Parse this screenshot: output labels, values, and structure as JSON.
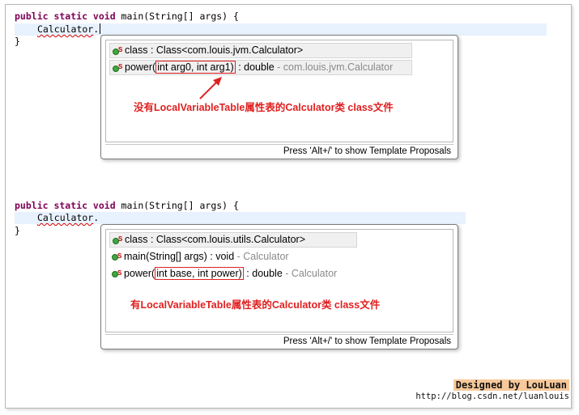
{
  "section1": {
    "code_line1_kw": "public static void",
    "code_line1_rest": " main(String[] args) {",
    "code_line2": "Calculator",
    "code_line2_dot": ".",
    "code_line3": "}",
    "popup": {
      "items": [
        {
          "name": "class",
          "sep": " : ",
          "type": "Class<com.louis.jvm.Calculator>",
          "params": "",
          "owner": ""
        },
        {
          "name": "power(",
          "params": "int arg0, int arg1)",
          "sep": " : double",
          "owner": " - com.louis.jvm.Calculator"
        }
      ],
      "note": "没有LocalVariableTable属性表的Calculator类 class文件",
      "footer": "Press 'Alt+/' to show Template Proposals"
    }
  },
  "section2": {
    "code_line1_kw": "public static void",
    "code_line1_rest": " main(String[] args) {",
    "code_line2": "Calculator",
    "code_line2_dot": ".",
    "code_line3": "}",
    "popup": {
      "items": [
        {
          "name": "class",
          "sep": " : ",
          "type": "Class<com.louis.utils.Calculator>"
        },
        {
          "name": "main(String[] args)",
          "sep": " : void",
          "owner": " - Calculator"
        },
        {
          "name": "power(",
          "params": "int base, int power)",
          "sep": " : double",
          "owner": " - Calculator"
        }
      ],
      "note": "有LocalVariableTable属性表的Calculator类 class文件",
      "footer": "Press 'Alt+/' to show Template Proposals"
    }
  },
  "signature": {
    "designed_by": "Designed by LouLuan",
    "url": "http://blog.csdn.net/luanlouis"
  },
  "colors": {
    "keyword": "#7f0055",
    "annotation_red": "#e02020",
    "current_line": "#e8f2fe",
    "method_icon": "#3ea83e"
  },
  "icons": [
    "public-method-icon",
    "red-arrow-icon"
  ]
}
